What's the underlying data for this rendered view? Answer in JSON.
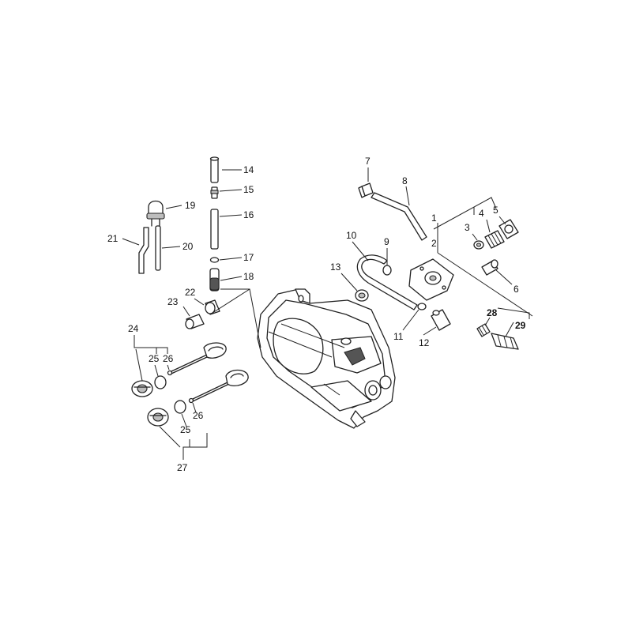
{
  "callouts": [
    {
      "id": "c1",
      "label": "1"
    },
    {
      "id": "c2",
      "label": "2"
    },
    {
      "id": "c3",
      "label": "3"
    },
    {
      "id": "c4",
      "label": "4"
    },
    {
      "id": "c5",
      "label": "5"
    },
    {
      "id": "c6",
      "label": "6"
    },
    {
      "id": "c7",
      "label": "7"
    },
    {
      "id": "c8",
      "label": "8"
    },
    {
      "id": "c9",
      "label": "9"
    },
    {
      "id": "c10",
      "label": "10"
    },
    {
      "id": "c11",
      "label": "11"
    },
    {
      "id": "c12",
      "label": "12"
    },
    {
      "id": "c13",
      "label": "13"
    },
    {
      "id": "c14",
      "label": "14"
    },
    {
      "id": "c15",
      "label": "15"
    },
    {
      "id": "c16",
      "label": "16"
    },
    {
      "id": "c17",
      "label": "17"
    },
    {
      "id": "c18",
      "label": "18"
    },
    {
      "id": "c19",
      "label": "19"
    },
    {
      "id": "c20",
      "label": "20"
    },
    {
      "id": "c21",
      "label": "21"
    },
    {
      "id": "c22",
      "label": "22"
    },
    {
      "id": "c23",
      "label": "23"
    },
    {
      "id": "c24",
      "label": "24"
    },
    {
      "id": "c25a",
      "label": "25"
    },
    {
      "id": "c26a",
      "label": "26"
    },
    {
      "id": "c25b",
      "label": "25"
    },
    {
      "id": "c26b",
      "label": "26"
    },
    {
      "id": "c27",
      "label": "27"
    },
    {
      "id": "c28",
      "label": "28"
    },
    {
      "id": "c29",
      "label": "29"
    }
  ]
}
